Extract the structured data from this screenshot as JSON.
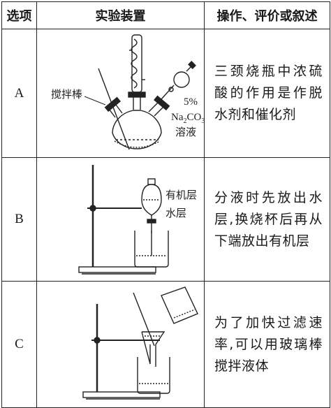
{
  "headers": {
    "option": "选项",
    "apparatus": "实验装置",
    "note": "操作、评价或叙述"
  },
  "rows": [
    {
      "option": "A",
      "labels": {
        "stir_rod": "搅拌棒",
        "percent": "5%",
        "na": "Na",
        "sub2": "2",
        "co": "CO",
        "sub3": "3",
        "solution": "溶液"
      },
      "description": "三颈烧瓶中浓硫酸的作用是作脱水剂和催化剂"
    },
    {
      "option": "B",
      "labels": {
        "organic_layer": "有机层",
        "water_layer": "水层"
      },
      "description": "分液时先放出水层,换烧杯后再从下端放出有机层"
    },
    {
      "option": "C",
      "labels": {},
      "description": "为了加快过滤速率,可以用玻璃棒搅拌液体"
    }
  ]
}
